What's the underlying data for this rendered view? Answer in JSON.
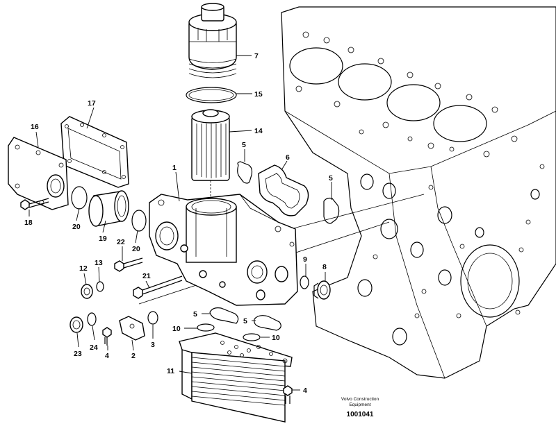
{
  "diagram": {
    "brand_line1": "Volvo Construction",
    "brand_line2": "Equipment",
    "document_number": "1001041",
    "callouts": [
      {
        "id": "c7",
        "label": "7"
      },
      {
        "id": "c15",
        "label": "15"
      },
      {
        "id": "c14",
        "label": "14"
      },
      {
        "id": "c17",
        "label": "17"
      },
      {
        "id": "c16",
        "label": "16"
      },
      {
        "id": "c1",
        "label": "1"
      },
      {
        "id": "c5a",
        "label": "5"
      },
      {
        "id": "c6",
        "label": "6"
      },
      {
        "id": "c5b",
        "label": "5"
      },
      {
        "id": "c18",
        "label": "18"
      },
      {
        "id": "c20a",
        "label": "20"
      },
      {
        "id": "c19",
        "label": "19"
      },
      {
        "id": "c20b",
        "label": "20"
      },
      {
        "id": "c22",
        "label": "22"
      },
      {
        "id": "c12",
        "label": "12"
      },
      {
        "id": "c13",
        "label": "13"
      },
      {
        "id": "c21",
        "label": "21"
      },
      {
        "id": "c9",
        "label": "9"
      },
      {
        "id": "c8",
        "label": "8"
      },
      {
        "id": "c5c",
        "label": "5"
      },
      {
        "id": "c5d",
        "label": "5"
      },
      {
        "id": "c10a",
        "label": "10"
      },
      {
        "id": "c10b",
        "label": "10"
      },
      {
        "id": "c23",
        "label": "23"
      },
      {
        "id": "c24",
        "label": "24"
      },
      {
        "id": "c4a",
        "label": "4"
      },
      {
        "id": "c2",
        "label": "2"
      },
      {
        "id": "c3",
        "label": "3"
      },
      {
        "id": "c11",
        "label": "11"
      },
      {
        "id": "c4b",
        "label": "4"
      }
    ]
  }
}
